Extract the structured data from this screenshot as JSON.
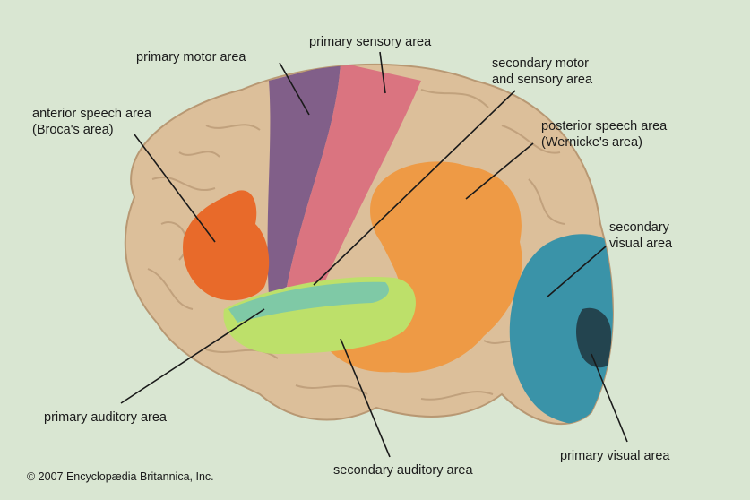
{
  "labels": {
    "primary_motor": "primary motor area",
    "primary_sensory": "primary sensory area",
    "secondary_motor_sensory": [
      "secondary motor",
      "and sensory area"
    ],
    "anterior_speech": [
      "anterior speech area",
      "(Broca's area)"
    ],
    "posterior_speech": [
      "posterior speech area",
      "(Wernicke's area)"
    ],
    "secondary_visual": [
      "secondary",
      "visual area"
    ],
    "primary_auditory": "primary auditory area",
    "secondary_auditory": "secondary auditory area",
    "primary_visual": "primary visual area"
  },
  "copyright": "© 2007 Encyclopædia Britannica, Inc.",
  "colors": {
    "background": "#d9e6d2",
    "cortex": "#dcbf9a",
    "primary_motor": "#7b5a88",
    "primary_sensory": "#d9707e",
    "broca": "#e86a2a",
    "wernicke": "#ee9a45",
    "primary_auditory": "#7fc9a6",
    "secondary_auditory": "#bde06a",
    "secondary_visual": "#3a93a8",
    "primary_visual": "#23444f"
  }
}
